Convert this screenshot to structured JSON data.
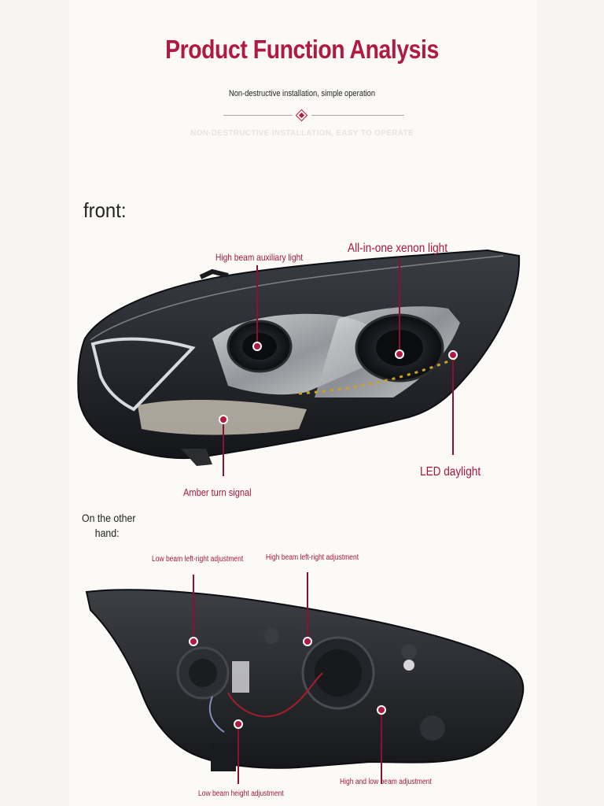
{
  "header": {
    "title": "Product Function Analysis",
    "subtitle": "Non-destructive installation, simple operation",
    "ghost_text": "NON-DESTRUCTIVE INSTALLATION, EASY TO OPERATE"
  },
  "front": {
    "label": "front:",
    "callouts": {
      "high_beam_aux": "High beam auxiliary light",
      "xenon": "All-in-one xenon light",
      "led_daylight": "LED daylight",
      "amber": "Amber turn signal"
    }
  },
  "back": {
    "label_line1": "On the other",
    "label_line2": "hand:",
    "callouts": {
      "low_lr": "Low beam left-right adjustment",
      "high_lr": "High beam left-right adjustment",
      "low_height": "Low beam height adjustment",
      "high_low": "High and low beam adjustment"
    }
  },
  "colors": {
    "accent": "#b01a40",
    "callout_line": "#8c1030",
    "background": "#fbfaf6"
  }
}
